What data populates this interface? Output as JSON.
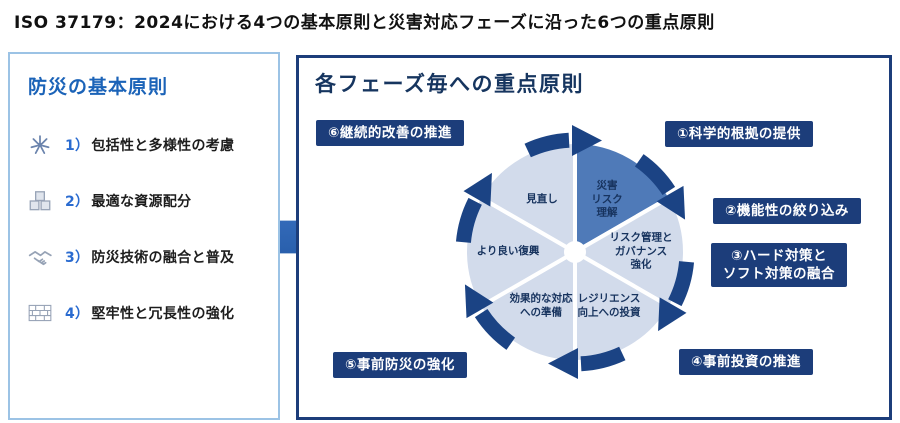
{
  "title": "ISO 37179：2024における4つの基本原則と災害対応フェーズに沿った6つの重点原則",
  "left_panel": {
    "heading": "防災の基本原則",
    "items": [
      {
        "num": "1）",
        "label": "包括性と多様性の考慮",
        "icon": "people-network-icon"
      },
      {
        "num": "2）",
        "label": "最適な資源配分",
        "icon": "cubes-icon"
      },
      {
        "num": "3）",
        "label": "防災技術の融合と普及",
        "icon": "handshake-icon"
      },
      {
        "num": "4）",
        "label": "堅牢性と冗長性の強化",
        "icon": "brick-wall-icon"
      }
    ]
  },
  "arrow": {
    "direction": "right"
  },
  "right_panel": {
    "heading": "各フェーズ毎への重点原則",
    "cycle": {
      "segments": [
        {
          "label": "災害\nリスク\n理解"
        },
        {
          "label": "リスク管理と\nガバナンス\n強化"
        },
        {
          "label": "レジリエンス\n向上への投資"
        },
        {
          "label": "効果的な対応\nへの準備"
        },
        {
          "label": "より良い復興"
        },
        {
          "label": "見直し"
        }
      ]
    },
    "badges": [
      {
        "label": "①科学的根拠の提供"
      },
      {
        "label": "②機能性の絞り込み"
      },
      {
        "label": "③ハード対策と\nソフト対策の融合"
      },
      {
        "label": "④事前投資の推進"
      },
      {
        "label": "⑤事前防災の強化"
      },
      {
        "label": "⑥継続的改善の推進"
      }
    ]
  },
  "colors": {
    "navy": "#1c3d7a",
    "heading_blue": "#1b63b8",
    "arrow_blue": "#2b63b0",
    "segment_highlight": "#4f7ab8",
    "segment_light": "#d2dbeb",
    "segment_text": "#17335e",
    "left_border": "#9cc3e5"
  }
}
